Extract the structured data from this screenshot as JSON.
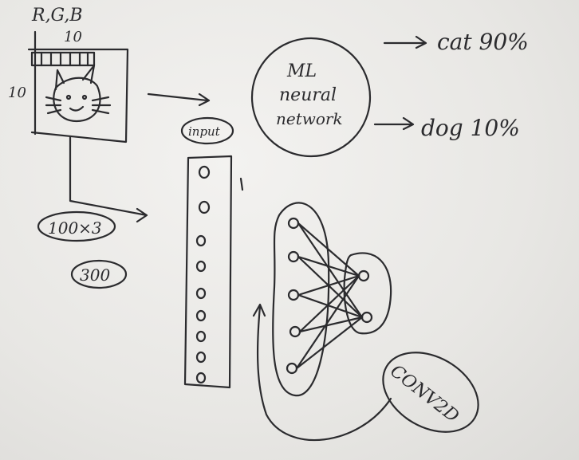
{
  "labels": {
    "channels": "R,G,B",
    "width": "10",
    "height": "10",
    "shape": "100×3",
    "total": "300",
    "input": "input",
    "model_line1": "ML",
    "model_line2": "neural",
    "model_line3": "network",
    "cat": "cat 90%",
    "dog": "dog 10%",
    "conv": "CONV2D"
  }
}
